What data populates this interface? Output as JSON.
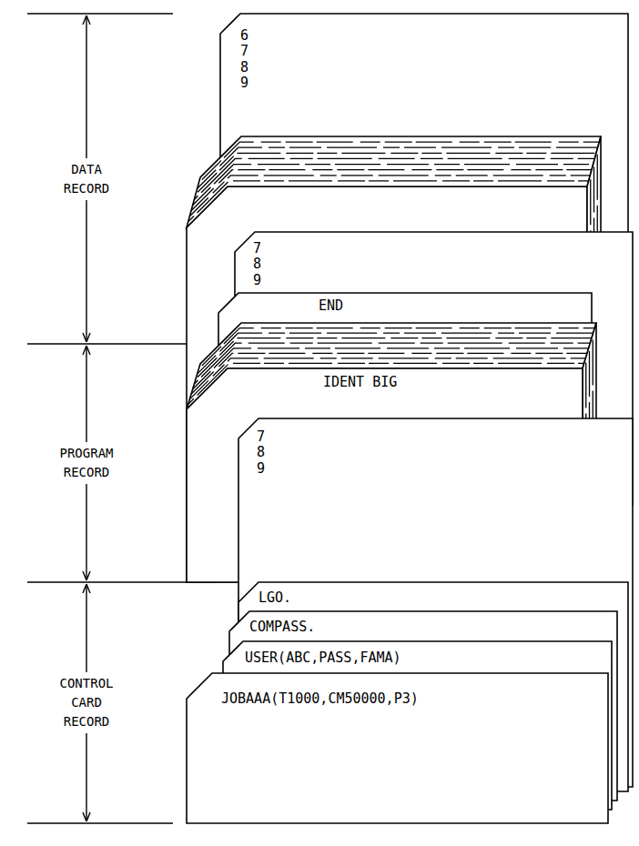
{
  "diagram": {
    "nodes": [
      {
        "text": [
          "6 7 8 9"
        ]
      },
      {
        "text": [
          "7 8 9"
        ]
      },
      {
        "text": [
          "END"
        ]
      },
      {
        "text": [
          "IDENT BIG"
        ]
      },
      {
        "text": [
          "7 8 9"
        ]
      },
      {
        "text": [
          "LGO."
        ]
      },
      {
        "text": [
          "COMPASS."
        ]
      },
      {
        "text": [
          "USER(ABC,PASS,FAMA)"
        ]
      },
      {
        "text": [
          "JOBAAA(T1000,CM50000,P3)"
        ]
      }
    ],
    "labels": [
      "DATA RECORD",
      "PROGRAM RECORD",
      "CONTROL CARD RECORD"
    ]
  }
}
